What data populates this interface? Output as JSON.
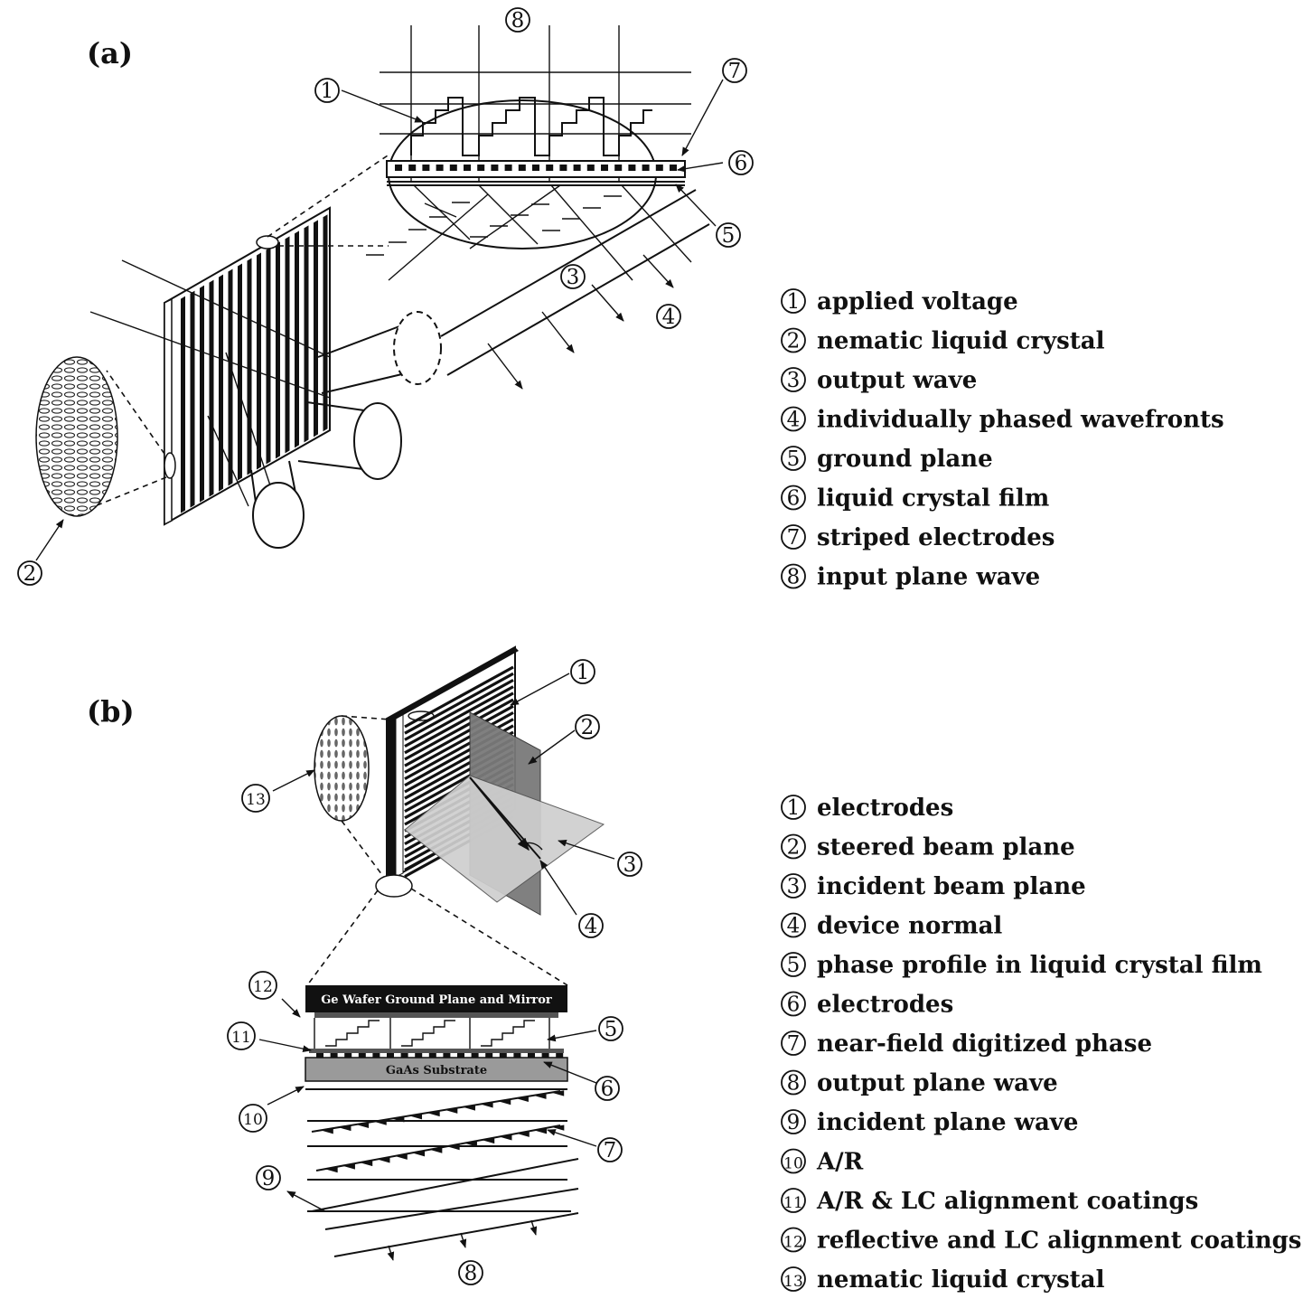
{
  "panel_a": {
    "label": "(a)",
    "legend": [
      {
        "num": "1",
        "text": "applied voltage"
      },
      {
        "num": "2",
        "text": "nematic liquid crystal"
      },
      {
        "num": "3",
        "text": "output wave"
      },
      {
        "num": "4",
        "text": "individually phased wavefronts"
      },
      {
        "num": "5",
        "text": "ground plane"
      },
      {
        "num": "6",
        "text": "liquid crystal film"
      },
      {
        "num": "7",
        "text": "striped electrodes"
      },
      {
        "num": "8",
        "text": "input plane wave"
      }
    ]
  },
  "panel_b": {
    "label": "(b)",
    "wafer_text": "Ge Wafer Ground Plane and Mirror",
    "substrate_text": "GaAs Substrate",
    "legend": [
      {
        "num": "1",
        "text": "electrodes"
      },
      {
        "num": "2",
        "text": "steered beam plane"
      },
      {
        "num": "3",
        "text": "incident beam plane"
      },
      {
        "num": "4",
        "text": "device normal"
      },
      {
        "num": "5",
        "text": "phase profile in liquid crystal film"
      },
      {
        "num": "6",
        "text": "electrodes"
      },
      {
        "num": "7",
        "text": "near-field digitized phase"
      },
      {
        "num": "8",
        "text": "output plane wave"
      },
      {
        "num": "9",
        "text": "incident plane wave"
      },
      {
        "num": "10",
        "text": "A/R"
      },
      {
        "num": "11",
        "text": "A/R & LC alignment coatings"
      },
      {
        "num": "12",
        "text": "reflective and LC alignment coatings"
      },
      {
        "num": "13",
        "text": "nematic liquid crystal"
      }
    ]
  }
}
